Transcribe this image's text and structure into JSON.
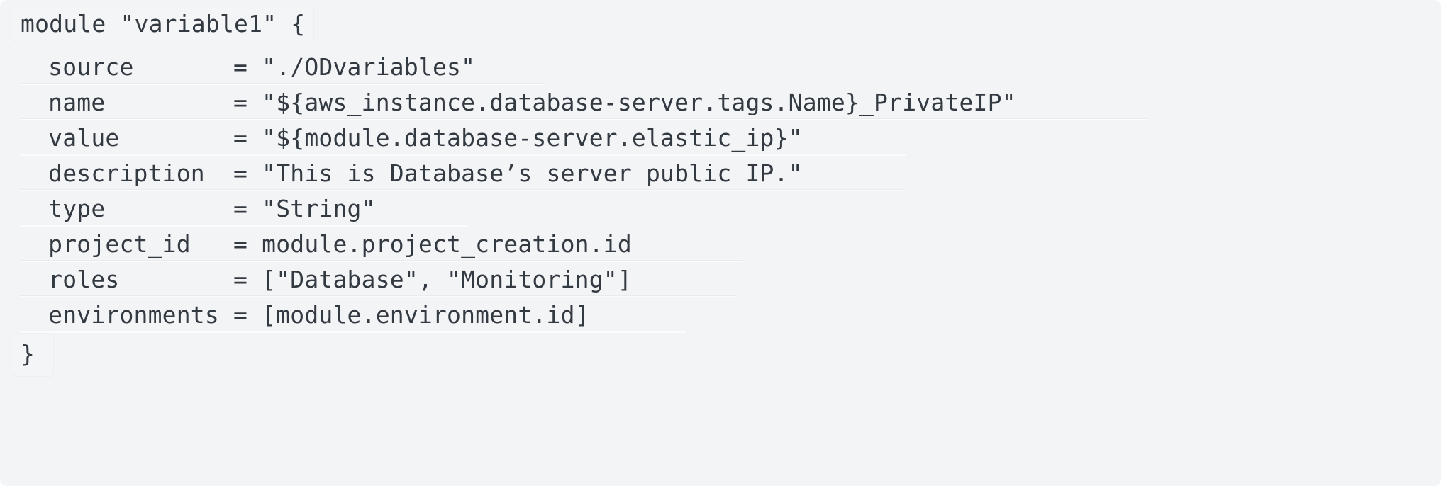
{
  "panel": {
    "background_color": "#f3f4f6",
    "text_color": "#343a42",
    "separator_color": "#e9ebee",
    "token_box_color": "#f4f5f7"
  },
  "code": {
    "language": "terraform",
    "lines": [
      {
        "text": "module \"variable1\" {",
        "boxed": true,
        "sep": false,
        "sep_width": 740
      },
      {
        "text": "  source       = \"./ODvariables\"",
        "boxed": false,
        "sep": true,
        "sep_width": 740
      },
      {
        "text": "  name         = \"${aws_instance.database-server.tags.Name}_PrivateIP\"",
        "boxed": false,
        "sep": true,
        "sep_width": 1590
      },
      {
        "text": "  value        = \"${module.database-server.elastic_ip}\"",
        "boxed": false,
        "sep": true,
        "sep_width": 1250
      },
      {
        "text": "  description  = \"This is Database’s server public IP.\"",
        "boxed": false,
        "sep": true,
        "sep_width": 1250
      },
      {
        "text": "  type         = \"String\"",
        "boxed": false,
        "sep": true,
        "sep_width": 630
      },
      {
        "text": "  project_id   = module.project_creation.id",
        "boxed": false,
        "sep": true,
        "sep_width": 1020
      },
      {
        "text": "  roles        = [\"Database\", \"Monitoring\"]",
        "boxed": false,
        "sep": true,
        "sep_width": 1010
      },
      {
        "text": "  environments = [module.environment.id]",
        "boxed": false,
        "sep": true,
        "sep_width": 940
      },
      {
        "text": "}",
        "boxed": true,
        "sep": false,
        "sep_width": 0
      }
    ]
  }
}
